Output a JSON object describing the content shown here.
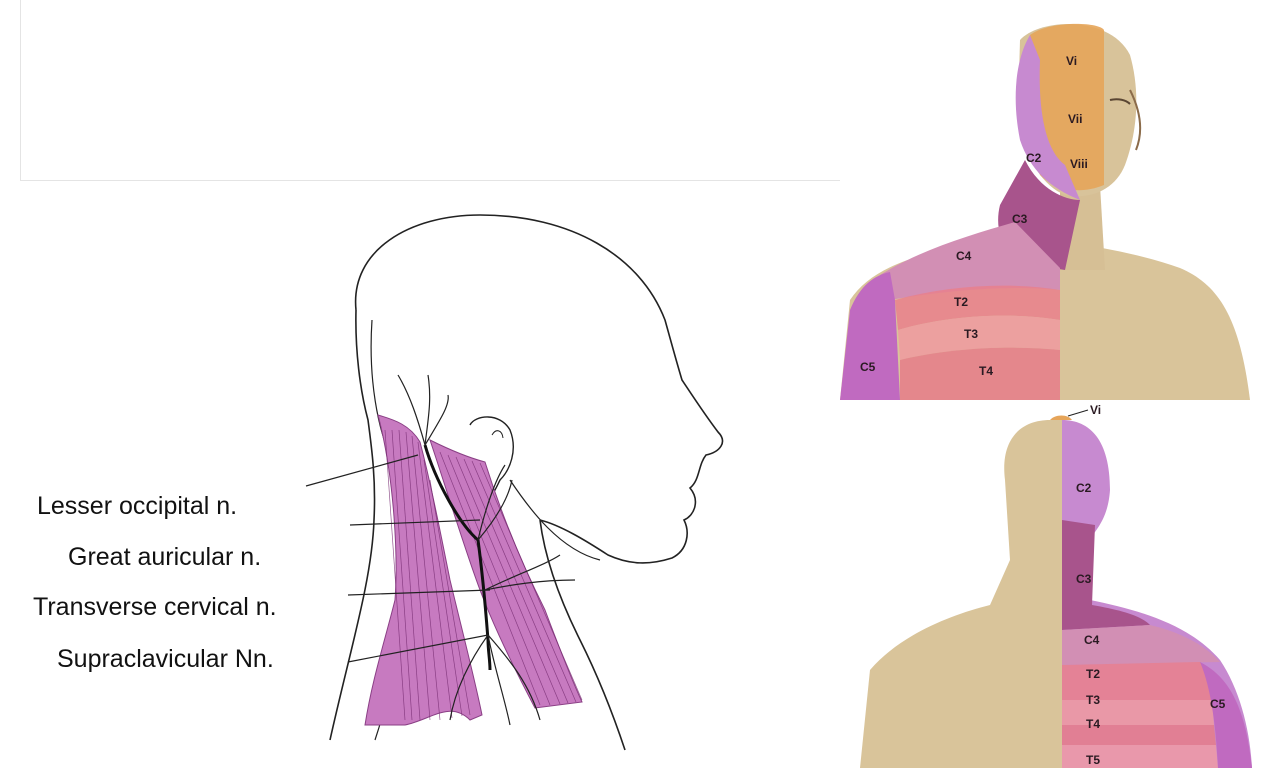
{
  "nerve_labels": {
    "lesser_occipital": "Lesser occipital n.",
    "great_auricular": "Great auricular n.",
    "transverse_cervical": "Transverse cervical n.",
    "supraclavicular": "Supraclavicular Nn."
  },
  "dermatomes_front": {
    "vi": "Vi",
    "vii": "Vii",
    "viii": "Viii",
    "c2": "C2",
    "c3": "C3",
    "c4": "C4",
    "c5": "C5",
    "t2": "T2",
    "t3": "T3",
    "t4": "T4"
  },
  "dermatomes_back": {
    "vi": "Vi",
    "c2": "C2",
    "c3": "C3",
    "c4": "C4",
    "c5": "C5",
    "t2": "T2",
    "t3": "T3",
    "t4": "T4",
    "t5": "T5"
  },
  "colors": {
    "muscle_pink": "#c77ac0",
    "skin": "#d9c49a",
    "trigeminal_orange": "#e6a55a",
    "c2_violet": "#c78ad0",
    "c3_plum": "#a8548c",
    "c4_mauve": "#d28fb4",
    "c5_orchid": "#c06ac0",
    "thoracic_salmon": "#e9808c"
  }
}
